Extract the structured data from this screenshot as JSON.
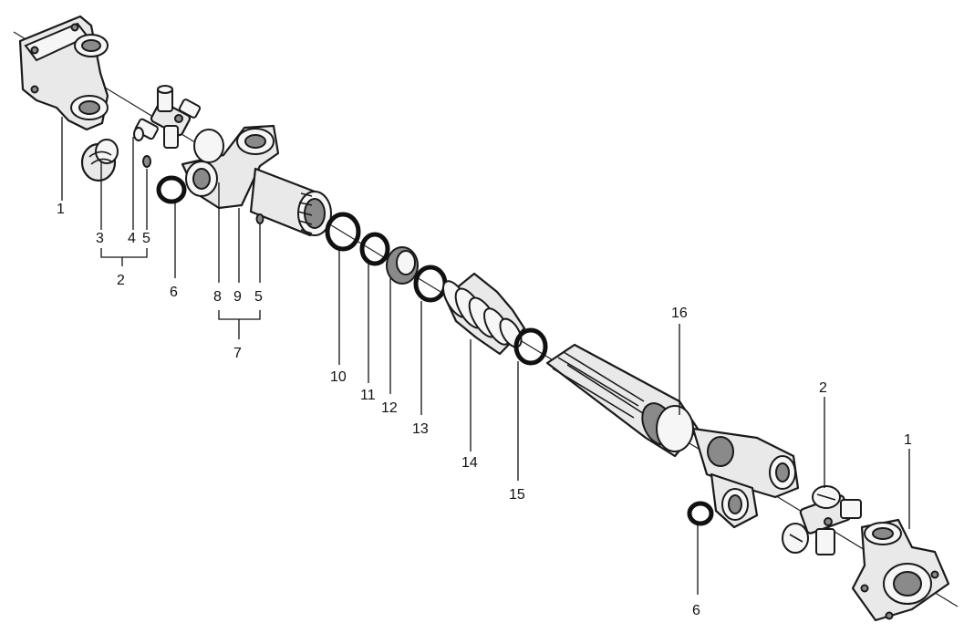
{
  "callouts": {
    "n1a": "1",
    "n3": "3",
    "n4": "4",
    "n5a": "5",
    "n2a": "2",
    "n6a": "6",
    "n8": "8",
    "n9": "9",
    "n5b": "5",
    "n7": "7",
    "n10": "10",
    "n11": "11",
    "n12": "12",
    "n13": "13",
    "n14": "14",
    "n15": "15",
    "n16": "16",
    "n2b": "2",
    "n1b": "1",
    "n6b": "6"
  }
}
